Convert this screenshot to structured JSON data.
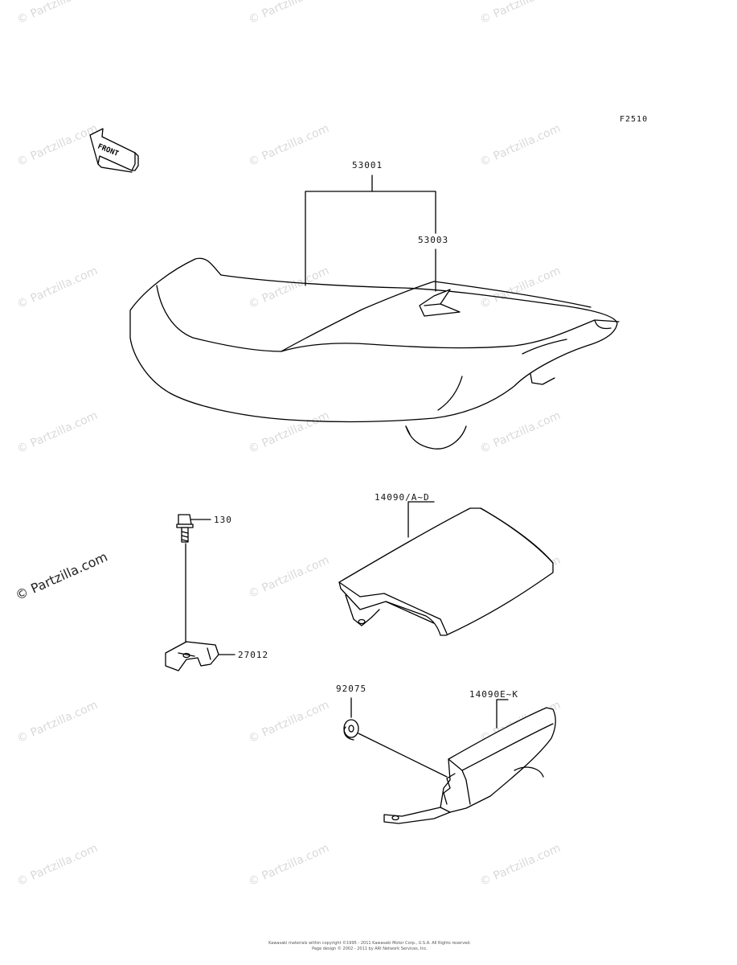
{
  "diagram_code": "F2510",
  "front_label": "FRONT",
  "parts": {
    "seat_assembly": "53001",
    "seat_cover_strap": "53003",
    "bolt": "130",
    "clamp": "27012",
    "cover_a_d": "14090/A~D",
    "grommet": "92075",
    "cover_e_k": "14090E~K"
  },
  "watermark": "© Partzilla.com",
  "footer": {
    "line1": "Kawasaki materials within copyright ©1995 - 2011 Kawasaki Motor Corp., U.S.A.  All Rights reserved.",
    "line2": "Page design © 2002 - 2011 by ARI Network Services, Inc."
  },
  "colors": {
    "line": "#000000",
    "watermark": "#d9d9d9",
    "background": "#ffffff"
  }
}
